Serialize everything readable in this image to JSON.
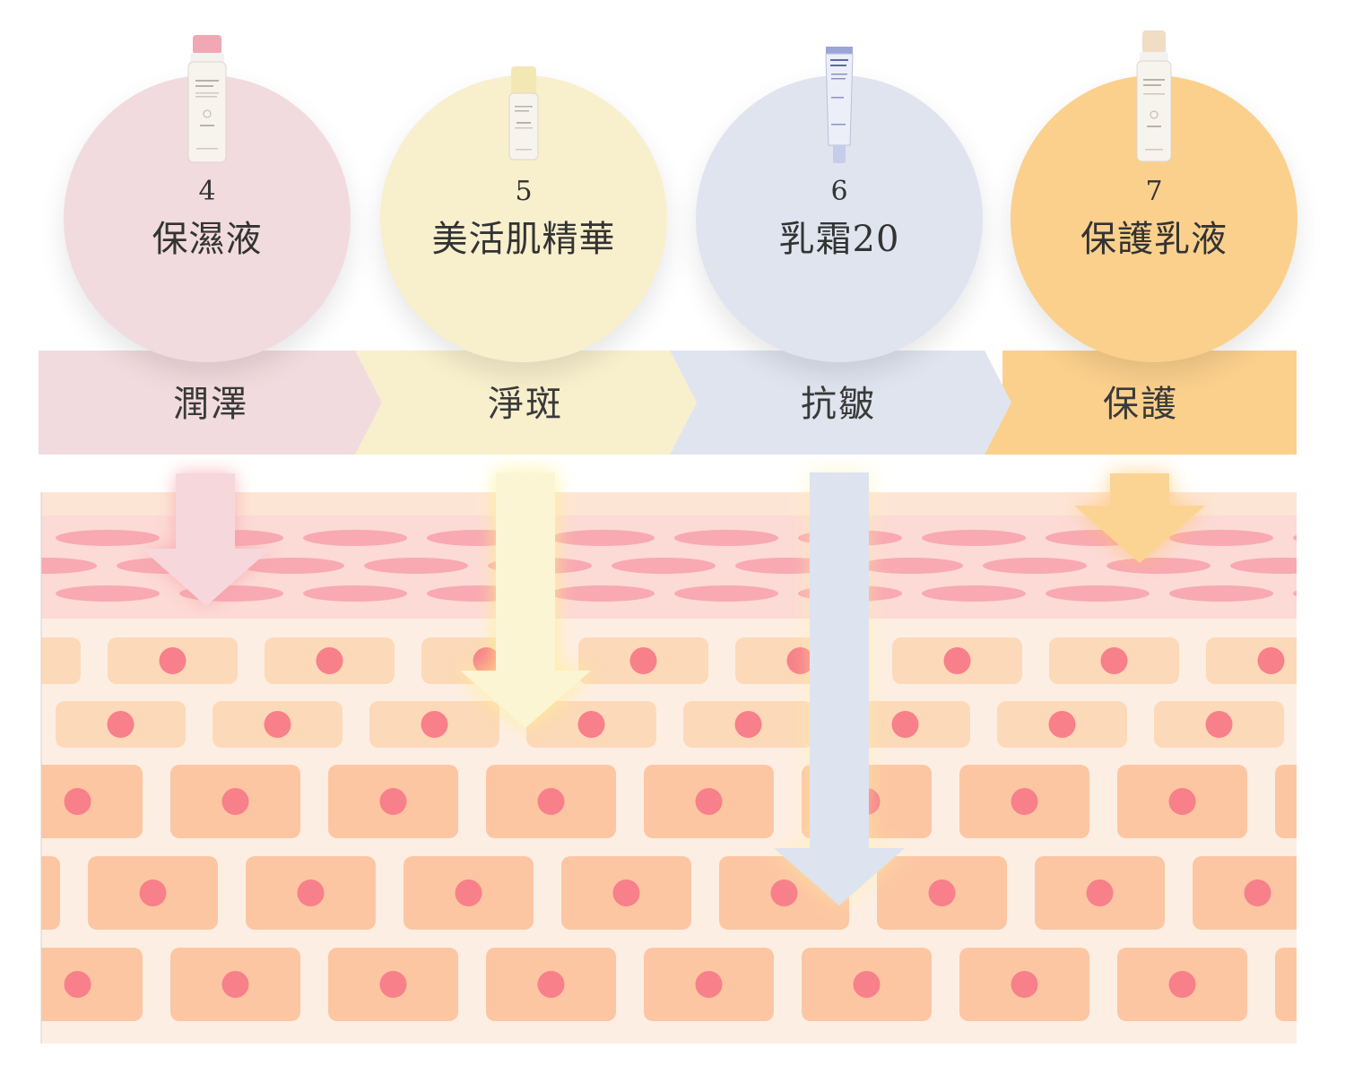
{
  "colors": {
    "pink": "#f1dbde",
    "yellow": "#f8efcd",
    "blue": "#dfe4ef",
    "orange": "#fbd08d"
  },
  "steps": [
    {
      "number": "4",
      "name": "保濕液",
      "effect": "潤澤",
      "color": "#f1dbde"
    },
    {
      "number": "5",
      "name": "美活肌精華",
      "effect": "淨斑",
      "color": "#f8efcd"
    },
    {
      "number": "6",
      "name": "乳霜20",
      "effect": "抗皺",
      "color": "#dfe4ef"
    },
    {
      "number": "7",
      "name": "保護乳液",
      "effect": "保護",
      "color": "#fbd08d"
    }
  ]
}
